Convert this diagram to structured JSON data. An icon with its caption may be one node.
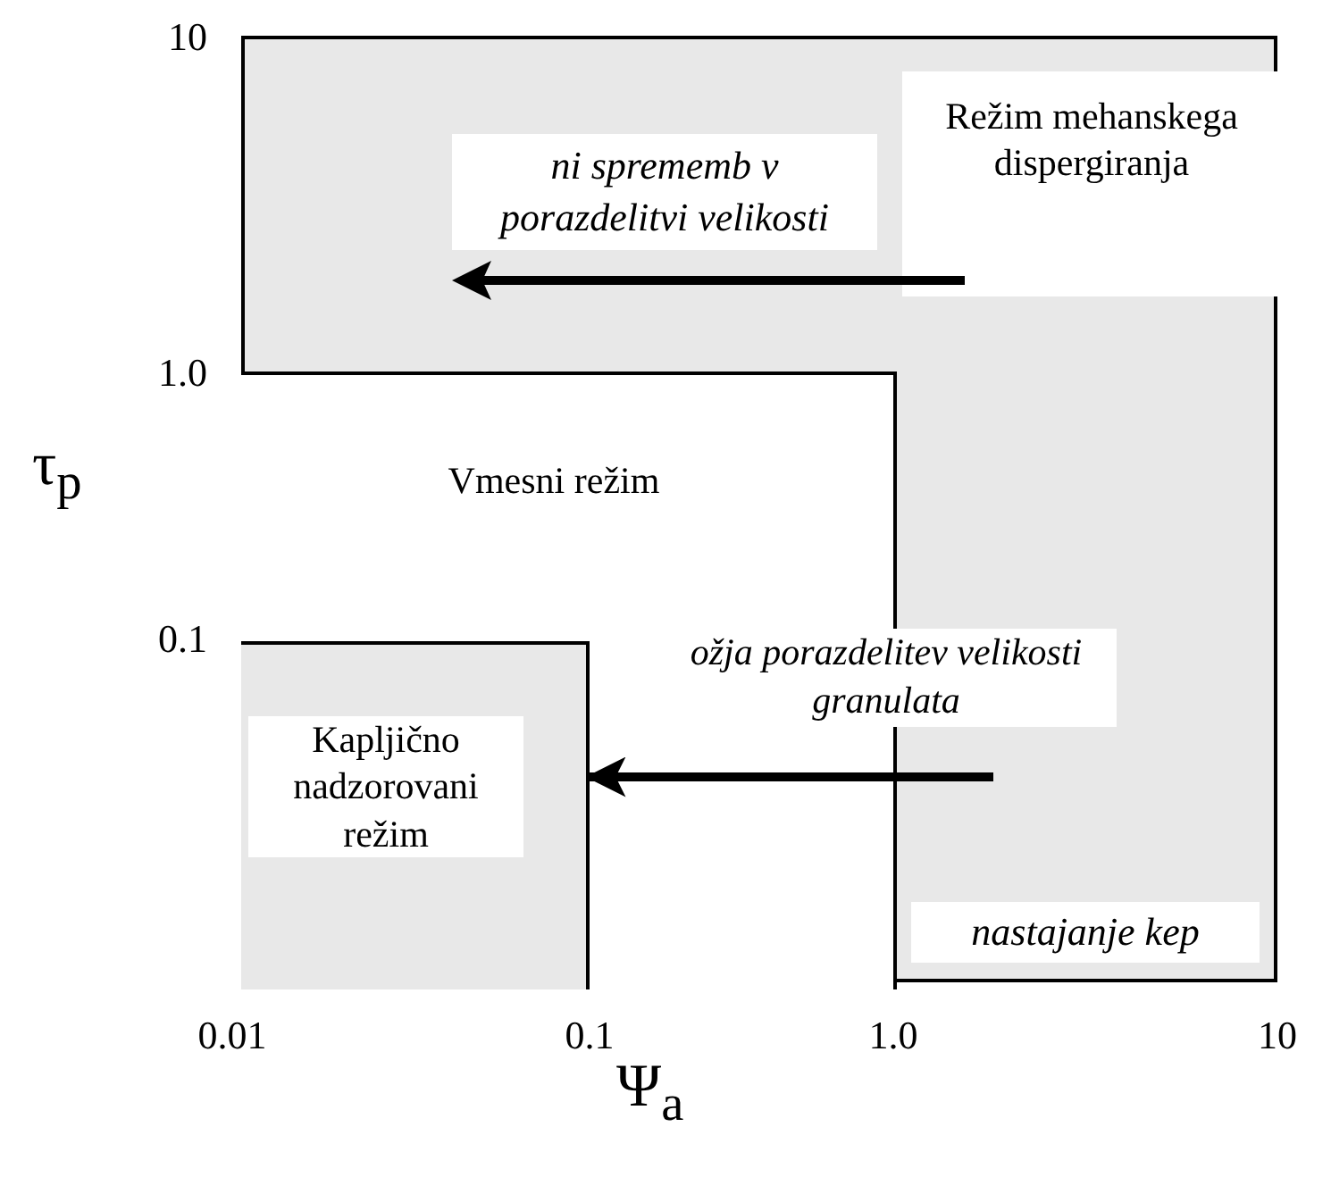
{
  "diagram": {
    "nodes": [
      {
        "text": [],
        "shape": "box"
      },
      {
        "text": [
          "Vmesni režim"
        ],
        "in": 0
      },
      {
        "text": [
          "Kapljično nadzorovani režim"
        ],
        "in": 1
      },
      {
        "text": [
          "Režim mehanskega dispergiranja"
        ],
        "in": 0
      }
    ],
    "edges": [
      {
        "from": null,
        "to": 2,
        "arrow": "to",
        "label": "ožja porazdelitev velikosti granulata"
      }
    ],
    "labels": [
      "10",
      "ni sprememb v porazdelitvi velikosti",
      "τ$_{p}$",
      "1.0",
      "0.1",
      "nastajanje kep",
      "0.01",
      "0.1",
      "1.0",
      "10",
      "Ψ$_{a}$"
    ]
  }
}
